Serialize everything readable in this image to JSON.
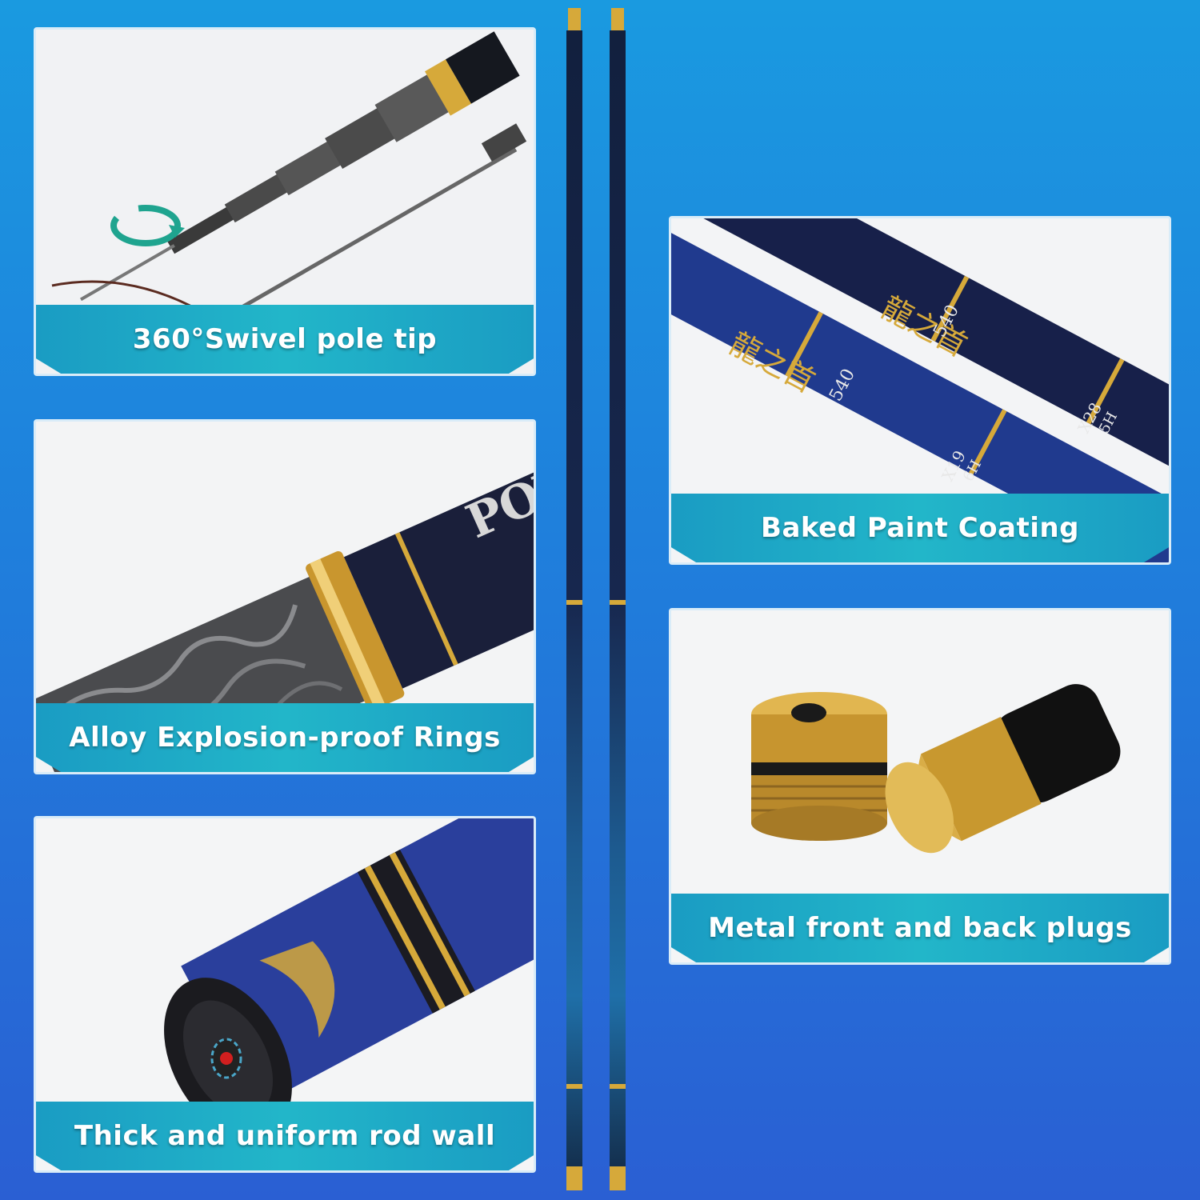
{
  "features": [
    {
      "id": "swivel",
      "caption": "360°Swivel pole tip"
    },
    {
      "id": "rings",
      "caption": "Alloy Explosion-proof Rings"
    },
    {
      "id": "wall",
      "caption": "Thick and uniform rod wall"
    },
    {
      "id": "paint",
      "caption": "Baked Paint Coating"
    },
    {
      "id": "plugs",
      "caption": "Metal front and back plugs"
    }
  ],
  "rod_markings": {
    "brand": "POWER",
    "length": "540",
    "chinese_name": "龍之首",
    "spec_a": "X19",
    "spec_b": "6H",
    "spec_c": "X28",
    "spec_d": "5H"
  },
  "colors": {
    "background_top": "#1a9ae0",
    "background_bottom": "#2a5fd3",
    "caption_bar": "#22b6c9",
    "gold": "#d6a93a",
    "rod_blue": "#2a3f9c"
  },
  "icons": [
    "rotation-arrow-icon"
  ]
}
